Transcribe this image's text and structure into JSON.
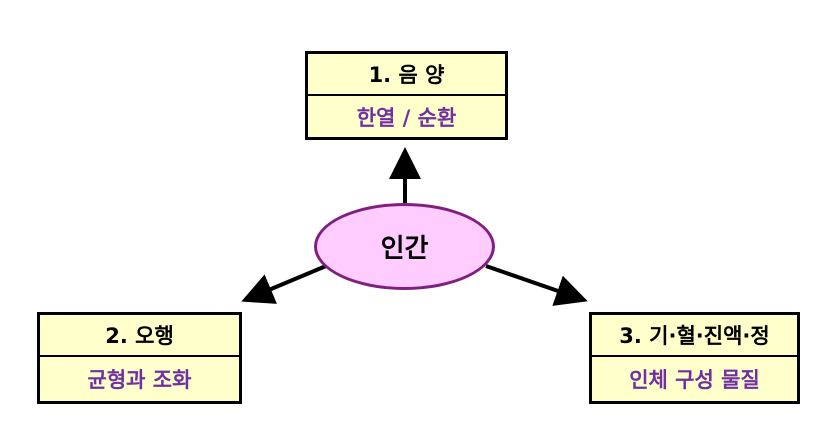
{
  "center": {
    "label": "인간"
  },
  "nodes": [
    {
      "title": "1. 음 양",
      "subtitle": "한열 / 순환"
    },
    {
      "title": "2. 오행",
      "subtitle": "균형과 조화"
    },
    {
      "title": "3. 기·혈·진액·정",
      "subtitle": "인체 구성 물질"
    }
  ],
  "colors": {
    "box_fill": "#ffffcc",
    "subtitle_text": "#7030a0",
    "ellipse_fill": "#ffccff",
    "ellipse_border": "#7f1f7f"
  }
}
